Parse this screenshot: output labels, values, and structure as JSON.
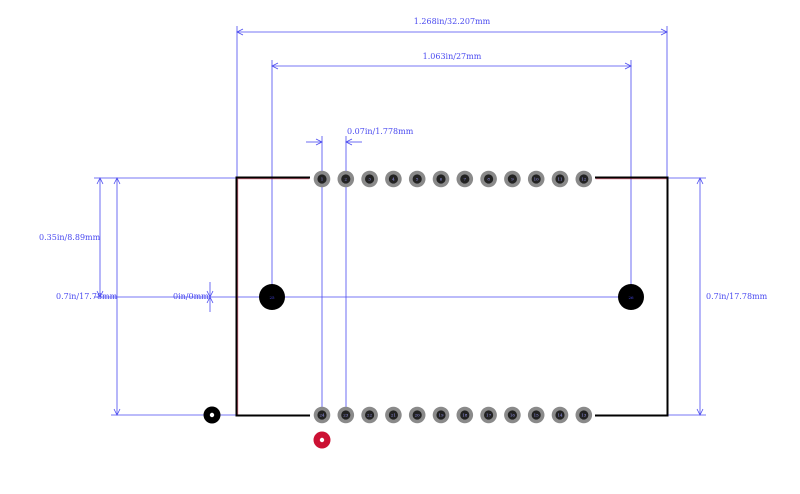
{
  "dimensions": {
    "overall_width": "1.268in/32.207mm",
    "mount_hole_spacing": "1.063in/27mm",
    "pin_pitch": "0.07in/1.778mm",
    "half_height": "0.35in/8.89mm",
    "row_spacing_left": "0.7in/17.78mm",
    "row_spacing_right": "0.7in/17.78mm",
    "center_offset": "0in/0mm"
  },
  "pads": {
    "count_per_row": 12,
    "top_labels": [
      "1",
      "2",
      "3",
      "4",
      "5",
      "6",
      "7",
      "8",
      "9",
      "10",
      "11",
      "12"
    ],
    "bottom_labels": [
      "24",
      "23",
      "22",
      "21",
      "20",
      "19",
      "18",
      "17",
      "16",
      "15",
      "14",
      "13"
    ]
  },
  "mount_holes": {
    "left_label": "25",
    "right_label": "26"
  },
  "colors": {
    "dimension": "#4a4af0",
    "outline": "#000000",
    "pad_ring": "#8a8a8a",
    "pad_core": "#222222",
    "pin1_marker": "#cc1133",
    "background": "#ffffff"
  }
}
